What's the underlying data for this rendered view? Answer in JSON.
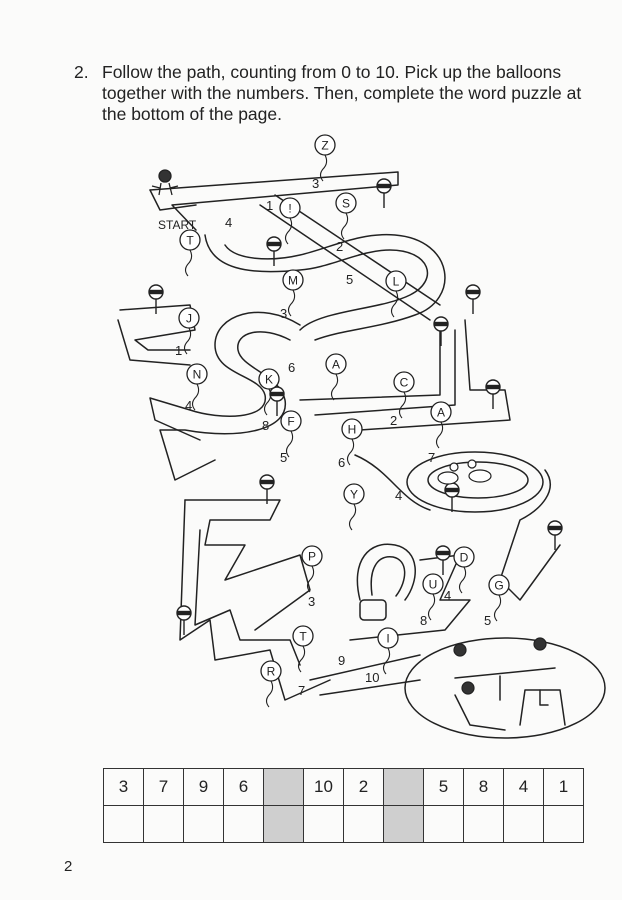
{
  "instruction": {
    "number": "2.",
    "text": "Follow the path, counting from 0 to 10. Pick up the balloons together with the numbers. Then, complete the word puzzle at the bottom of the page."
  },
  "maze": {
    "start_label": "START",
    "balloons": [
      {
        "letter": "Z",
        "number": "3"
      },
      {
        "letter": "!",
        "number": "1"
      },
      {
        "letter": "S",
        "number": ""
      },
      {
        "letter": "T",
        "number": "4"
      },
      {
        "letter": "M",
        "number": "3"
      },
      {
        "letter": "L",
        "number": "5"
      },
      {
        "letter": "J",
        "number": "1"
      },
      {
        "letter": "N",
        "number": "4"
      },
      {
        "letter": "A",
        "number": "6"
      },
      {
        "letter": "K",
        "number": "8"
      },
      {
        "letter": "C",
        "number": "2"
      },
      {
        "letter": "A",
        "number": "7"
      },
      {
        "letter": "F",
        "number": "5"
      },
      {
        "letter": "H",
        "number": "6"
      },
      {
        "letter": "Y",
        "number": "4"
      },
      {
        "letter": "P",
        "number": "3"
      },
      {
        "letter": "D",
        "number": ""
      },
      {
        "letter": "U",
        "number": "4"
      },
      {
        "letter": "G",
        "number": "5"
      },
      {
        "letter": "T",
        "number": "9"
      },
      {
        "letter": "I",
        "number": "10"
      },
      {
        "letter": "R",
        "number": "7"
      }
    ],
    "extra_numbers": [
      "2",
      "8"
    ]
  },
  "puzzle": {
    "numbers": [
      "3",
      "7",
      "9",
      "6",
      "",
      "10",
      "2",
      "",
      "5",
      "8",
      "4",
      "1"
    ],
    "shaded": [
      false,
      false,
      false,
      false,
      true,
      false,
      false,
      true,
      false,
      false,
      false,
      false
    ]
  },
  "page_number": "2"
}
